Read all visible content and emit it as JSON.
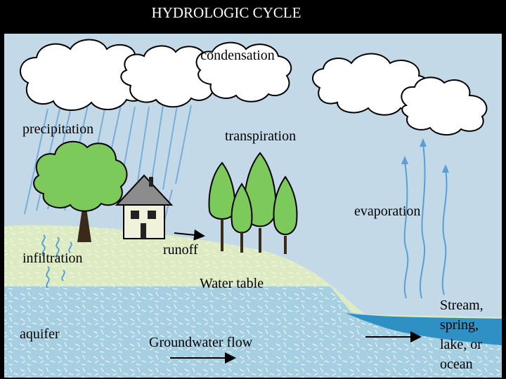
{
  "title": "HYDROLOGIC CYCLE",
  "labels": {
    "condensation": "condensation",
    "precipitation": "precipitation",
    "transpiration": "transpiration",
    "evaporation": "evaporation",
    "infiltration": "infiltration",
    "runoff": "runoff",
    "water_table": "Water table",
    "aquifer": "aquifer",
    "groundwater_flow": "Groundwater flow",
    "stream": [
      "Stream,",
      "spring,",
      "lake, or",
      "ocean"
    ]
  },
  "colors": {
    "sky": "#c3d9e8",
    "ground": "#dcebc2",
    "aquifer": "#a6d0e2",
    "water": "#2f91c3",
    "foliage": "#7cc95c",
    "trunk": "#3b2a1a",
    "house_wall": "#f2f1dc",
    "roof": "#8c8c8c",
    "rain": "#7aaed8",
    "vapor": "#5a9fd4",
    "cloud": "#ffffff"
  }
}
